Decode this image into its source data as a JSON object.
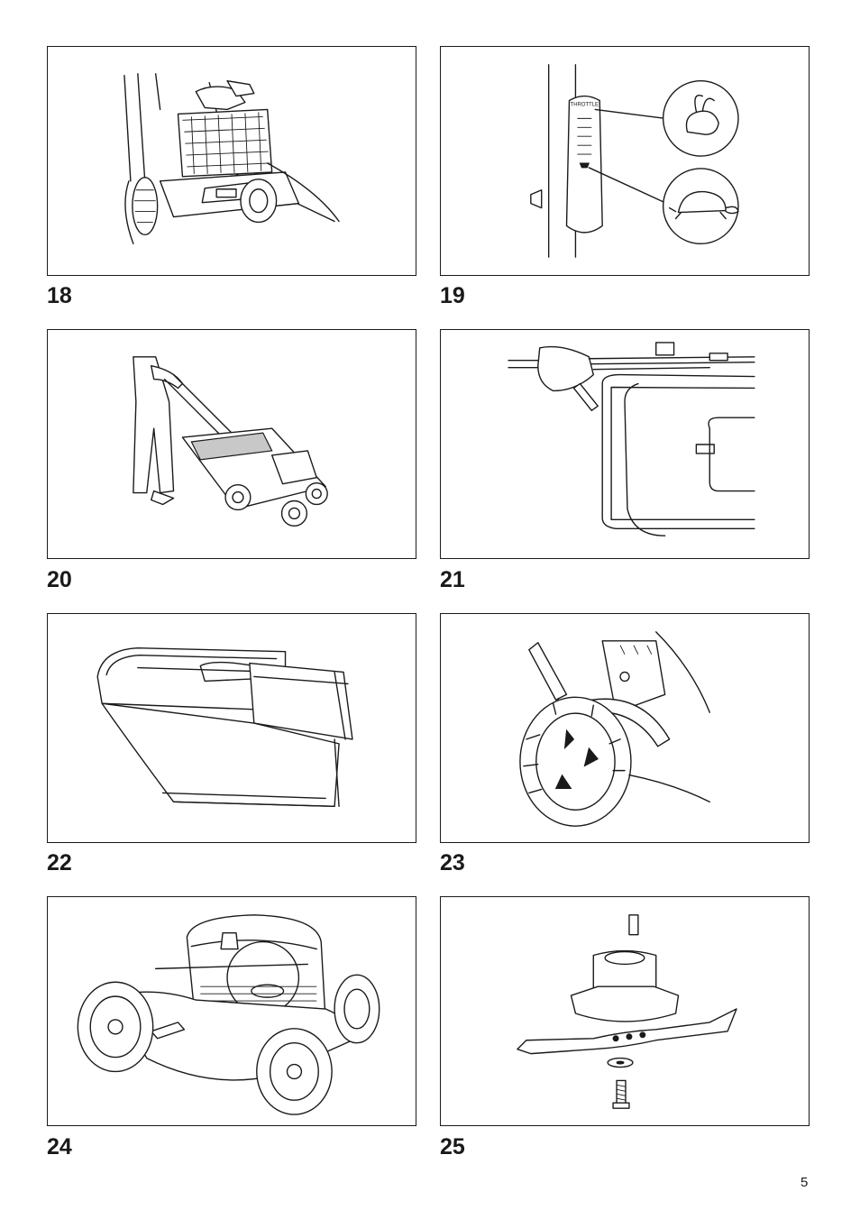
{
  "figures": [
    {
      "number": "18",
      "icon": "grass-catcher-removal"
    },
    {
      "number": "19",
      "icon": "throttle-lever"
    },
    {
      "number": "20",
      "icon": "operator-pushing-mower"
    },
    {
      "number": "21",
      "icon": "handle-control-cables"
    },
    {
      "number": "22",
      "icon": "grass-catcher-bag"
    },
    {
      "number": "23",
      "icon": "rear-wheel-height-adjust"
    },
    {
      "number": "24",
      "icon": "mower-engine-overview"
    },
    {
      "number": "25",
      "icon": "blade-assembly"
    }
  ],
  "throttle_label": "THROTTLE",
  "page_number": "5"
}
